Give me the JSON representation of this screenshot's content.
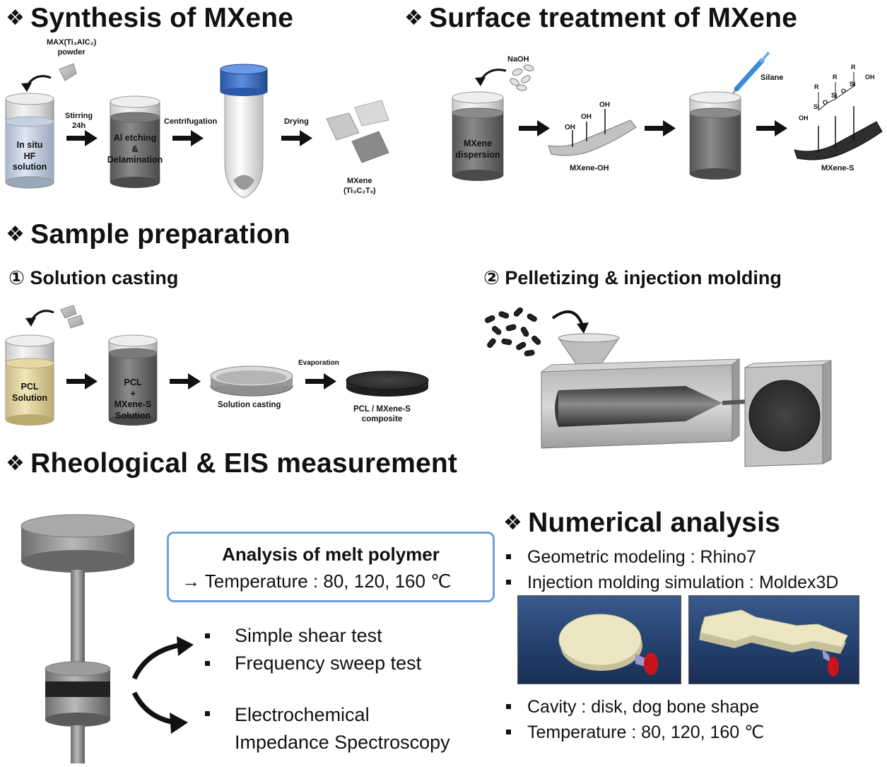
{
  "sections": {
    "synthesis": {
      "bullet": "❖",
      "title": "Synthesis of MXene"
    },
    "surface": {
      "bullet": "❖",
      "title": "Surface treatment of MXene"
    },
    "sample": {
      "bullet": "❖",
      "title": "Sample preparation"
    },
    "rheology": {
      "bullet": "❖",
      "title": "Rheological & EIS measurement"
    },
    "numerical": {
      "bullet": "❖",
      "title": "Numerical analysis"
    }
  },
  "synthesis": {
    "max_label_1": "MAX(Ti₃AlC₂)",
    "max_label_2": "powder",
    "hf_1": "In situ",
    "hf_2": "HF",
    "hf_3": "solution",
    "step1_a": "Stirring",
    "step1_b": "24h",
    "etch_1": "Al etching",
    "etch_2": "&",
    "etch_3": "Delamination",
    "step2": "Centrifugation",
    "step3": "Drying",
    "mxene_1": "MXene",
    "mxene_2": "(Ti₃C₂Tₓ)"
  },
  "surface": {
    "naoh": "NaOH",
    "disp_1": "MXene",
    "disp_2": "dispersion",
    "oh": "OH",
    "mxene_oh": "MXene-OH",
    "silane": "Silane",
    "r": "R",
    "si": "Si",
    "o": "O",
    "mxene_s": "MXene-S"
  },
  "sample": {
    "casting_title": "① Solution casting",
    "pellet_title": "② Pelletizing & injection molding",
    "pcl_1": "PCL",
    "pcl_2": "Solution",
    "mix_1": "PCL",
    "mix_2": "+",
    "mix_3": "MXene-S",
    "mix_4": "Solution",
    "casting_label": "Solution casting",
    "evaporation": "Evaporation",
    "composite_1": "PCL / MXene-S",
    "composite_2": "composite"
  },
  "rheology": {
    "box_title": "Analysis of melt polymer",
    "box_temp": "→ Temperature : 80, 120, 160 ℃",
    "tests": [
      "Simple shear test",
      "Frequency sweep test"
    ],
    "eis_1": "Electrochemical",
    "eis_2": "Impedance Spectroscopy"
  },
  "numerical": {
    "items": [
      "Geometric modeling : Rhino7",
      "Injection molding simulation : Moldex3D"
    ],
    "items2": [
      "Cavity : disk, dog bone shape",
      "Temperature : 80, 120, 160 ℃"
    ]
  }
}
